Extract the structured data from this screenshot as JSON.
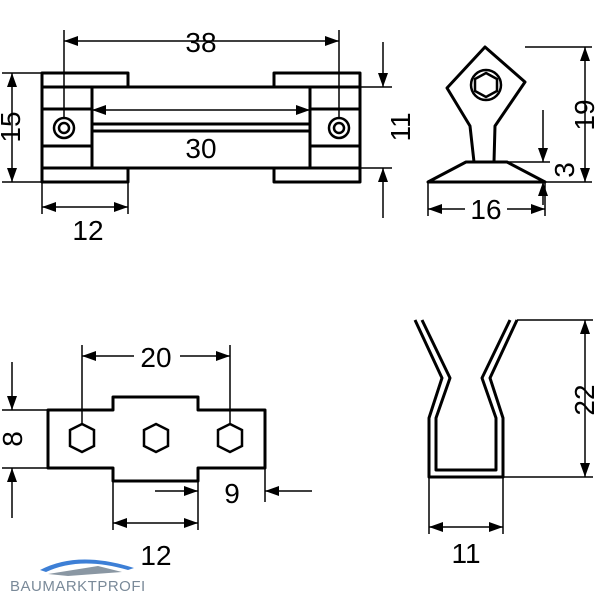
{
  "drawing": {
    "views": {
      "front_view": {
        "dim_overall_width": "38",
        "dim_bar_length": "30",
        "dim_overall_height": "15",
        "dim_inner_height": "11",
        "dim_end_width": "12"
      },
      "side_view": {
        "dim_height": "19",
        "dim_base_thickness": "3",
        "dim_base_width": "16"
      },
      "plan_view": {
        "dim_hole_spacing": "20",
        "dim_height": "8",
        "dim_tab_offset": "9",
        "dim_center_width": "12"
      },
      "end_view": {
        "dim_height": "22",
        "dim_width": "11"
      }
    },
    "line_color": "#000000"
  },
  "logo": {
    "brand": "BAUMARKTPROFI",
    "colors": {
      "swoosh": "#3d7fd6",
      "grey": "#8a97a3"
    }
  }
}
